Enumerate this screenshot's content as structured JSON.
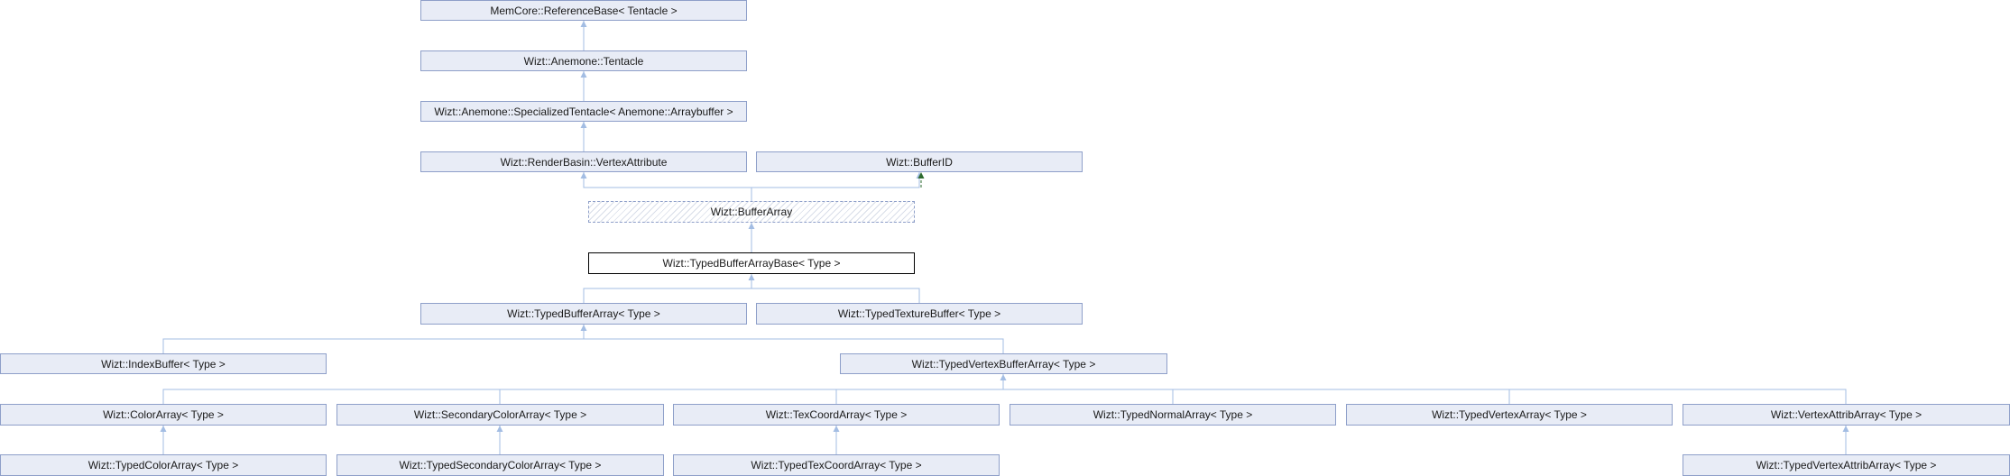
{
  "diagram": {
    "title": "",
    "colors": {
      "edge": "#a3bde3",
      "usage_edge": "#2e6b2e",
      "node_fill": "#e8ecf6",
      "node_border": "#8e9fc9",
      "current_border": "#000000"
    },
    "nodes": {
      "reference_base": "MemCore::ReferenceBase< Tentacle >",
      "tentacle": "Wizt::Anemone::Tentacle",
      "specialized_tentacle": "Wizt::Anemone::SpecializedTentacle< Anemone::Arraybuffer >",
      "vertex_attribute": "Wizt::RenderBasin::VertexAttribute",
      "buffer_id": "Wizt::BufferID",
      "buffer_array": "Wizt::BufferArray",
      "typed_buffer_array_base": "Wizt::TypedBufferArrayBase< Type >",
      "typed_buffer_array": "Wizt::TypedBufferArray< Type >",
      "typed_texture_buffer": "Wizt::TypedTextureBuffer< Type >",
      "index_buffer": "Wizt::IndexBuffer< Type >",
      "typed_vertex_buffer_array": "Wizt::TypedVertexBufferArray< Type >",
      "color_array": "Wizt::ColorArray< Type >",
      "secondary_color_array": "Wizt::SecondaryColorArray< Type >",
      "tex_coord_array": "Wizt::TexCoordArray< Type >",
      "typed_normal_array": "Wizt::TypedNormalArray< Type >",
      "typed_vertex_array": "Wizt::TypedVertexArray< Type >",
      "vertex_attrib_array": "Wizt::VertexAttribArray< Type >",
      "typed_color_array": "Wizt::TypedColorArray< Type >",
      "typed_secondary_color_array": "Wizt::TypedSecondaryColorArray< Type >",
      "typed_tex_coord_array": "Wizt::TypedTexCoordArray< Type >",
      "typed_vertex_attrib_array": "Wizt::TypedVertexAttribArray< Type >"
    }
  }
}
